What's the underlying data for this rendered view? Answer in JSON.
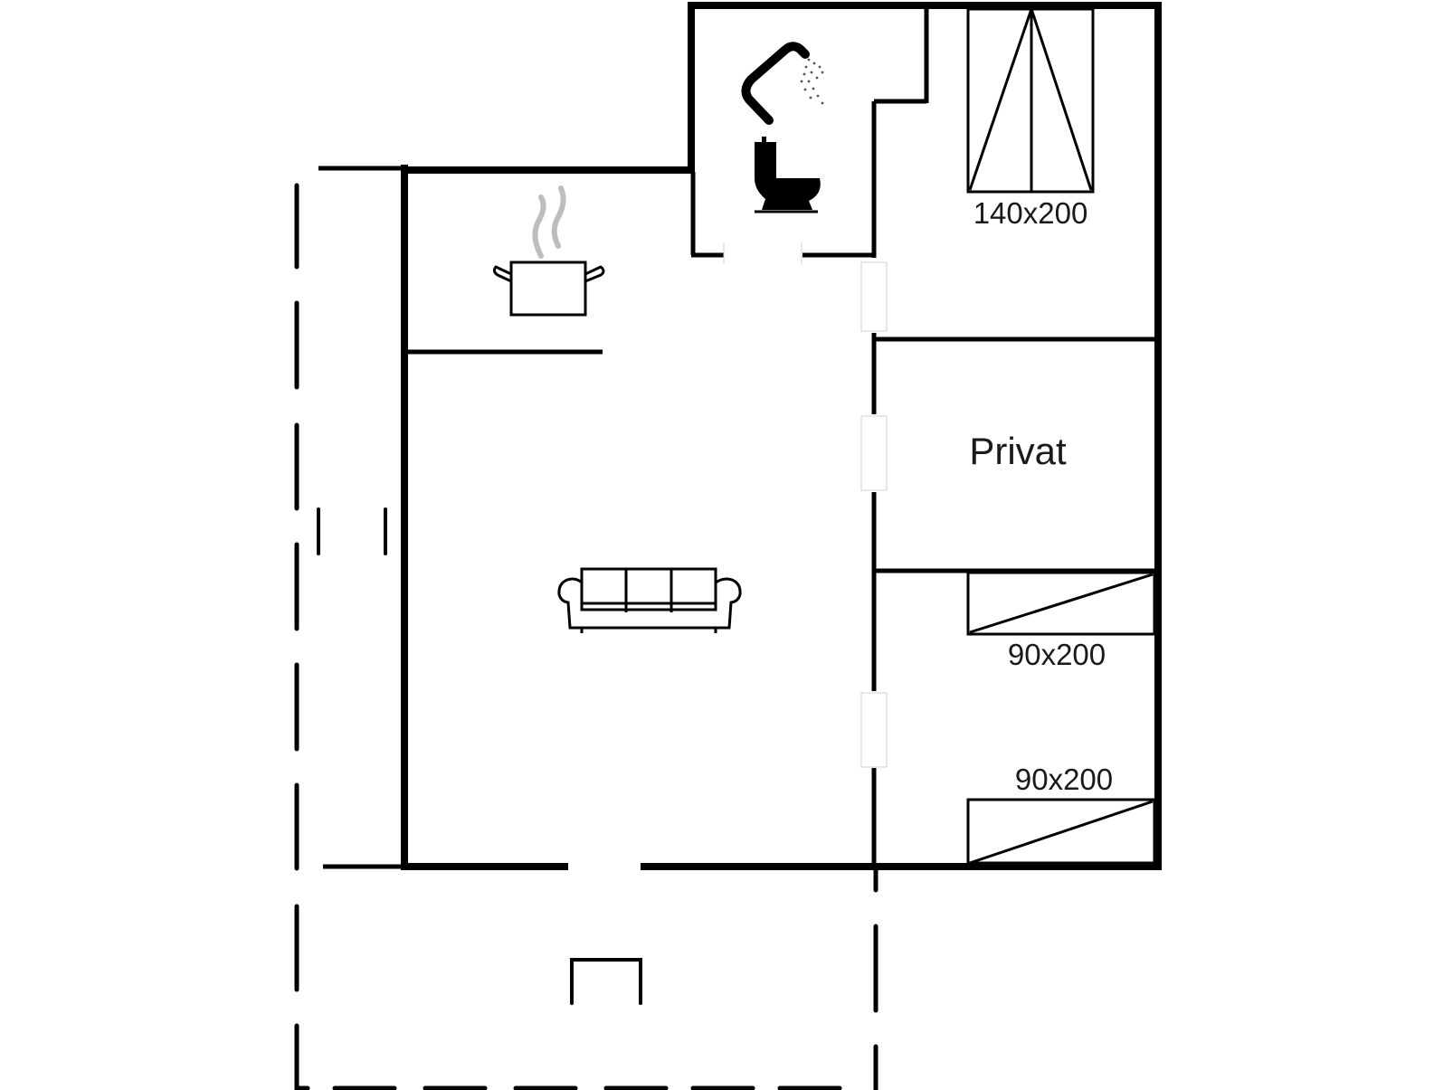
{
  "floor_plan": {
    "colors": {
      "wall": "#000000",
      "background": "#ffffff",
      "steam": "#bdbdbd",
      "text": "#1a1a1a"
    },
    "rooms": [
      {
        "id": "bathroom",
        "icons": [
          "shower-icon",
          "toilet-icon"
        ]
      },
      {
        "id": "kitchen",
        "icons": [
          "cooking-pot-icon"
        ]
      },
      {
        "id": "living-room",
        "icons": [
          "sofa-icon"
        ]
      },
      {
        "id": "bedroom-1",
        "bed_label": "140x200"
      },
      {
        "id": "private-room",
        "label": "Privat"
      },
      {
        "id": "bedroom-2",
        "bed_labels": [
          "90x200",
          "90x200"
        ]
      },
      {
        "id": "terrace",
        "icons": [
          "chair-icon"
        ]
      }
    ],
    "labels": {
      "double_bed": "140x200",
      "private": "Privat",
      "single_bed_1": "90x200",
      "single_bed_2": "90x200"
    }
  }
}
